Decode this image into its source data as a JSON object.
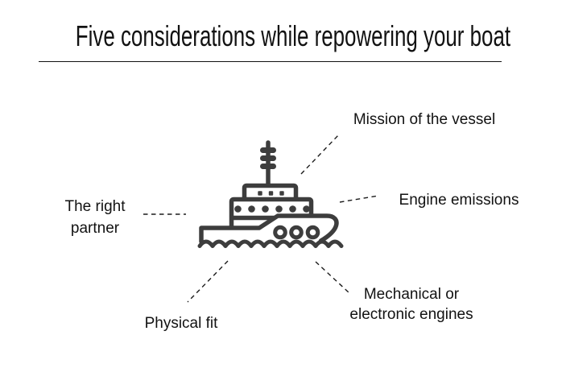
{
  "title": {
    "text": "Five considerations while repowering your boat"
  },
  "diagram": {
    "center_icon": "tugboat-icon",
    "labels": {
      "mission": {
        "text": "Mission of the vessel"
      },
      "emissions": {
        "text": "Engine emissions"
      },
      "mechanical": {
        "text": "Mechanical or electronic engines"
      },
      "physical": {
        "text": "Physical fit"
      },
      "partner": {
        "text": "The right partner"
      }
    }
  },
  "colors": {
    "background": "#ffffff",
    "text": "#121212",
    "boat": "#3d3d3d",
    "connector": "#1c1c1c"
  }
}
